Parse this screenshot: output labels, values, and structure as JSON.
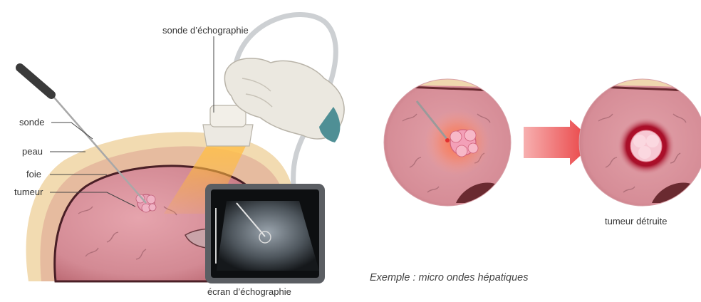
{
  "labels": {
    "probe_ultrasound": "sonde d’échographie",
    "probe": "sonde",
    "skin": "peau",
    "liver": "foie",
    "tumor": "tumeur",
    "ultrasound_screen": "écran d’échographie",
    "destroyed_tumor": "tumeur détruite"
  },
  "caption": "Exemple : micro ondes hépatiques",
  "colors": {
    "skin_outer": "#f3dcb0",
    "fat_layer": "#e8bfa2",
    "liver": "#d8909a",
    "tumor": "#e9a0b5",
    "glove": "#ebe8e0",
    "screen_frame": "#5b5e63",
    "heat_glow": "#ff5a3c",
    "arrow": "#ef5a5a"
  },
  "icons": {
    "ultrasound_probe": "ultrasound-probe-icon",
    "ablation_needle": "ablation-needle-icon",
    "screen": "monitor-icon",
    "arrow": "right-arrow-icon"
  }
}
